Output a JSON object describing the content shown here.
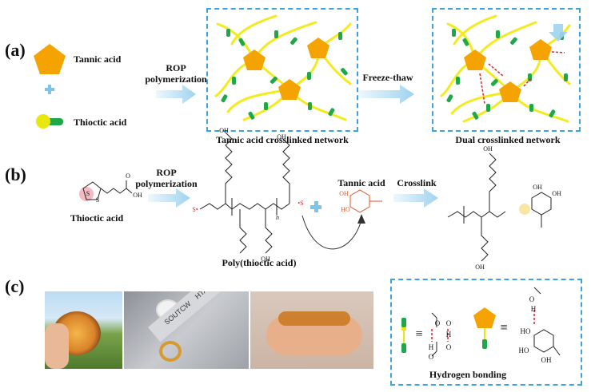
{
  "panels": {
    "a": "(a)",
    "b": "(b)",
    "c": "(c)"
  },
  "row_a": {
    "legend_tannic": "Tannic acid",
    "legend_plus": "+",
    "legend_thioctic": "Thioctic acid",
    "step1_line1": "ROP",
    "step1_line2": "polymerization",
    "network1_caption": "Tannic acid crosslinked network",
    "step2": "Freeze-thaw",
    "network2_caption": "Dual crosslinked network"
  },
  "row_b": {
    "monomer_name": "Thioctic acid",
    "step1_line1": "ROP",
    "step1_line2": "polymerization",
    "polymer_name": "Poly(thioctic acid)",
    "tannic_label": "Tannic acid",
    "step2": "Crosslink",
    "atoms": {
      "S": "S",
      "OH": "OH",
      "HO": "HO",
      "O": "O",
      "n": "n",
      "Sdot": "S•",
      "dotS": "•S"
    }
  },
  "row_c": {
    "photo_texts": [
      "SOUTCW",
      "HTA NI"
    ],
    "hbond_caption": "Hydrogen bonding",
    "equiv": "≡",
    "atoms": {
      "O": "O",
      "H": "H",
      "OH": "OH",
      "HO": "HO"
    }
  },
  "colors": {
    "pentagon": "#f5a300",
    "chain": "#f3ea1f",
    "rod": "#1fa84a",
    "thio_ball": "#e8e810",
    "arrow": "#bfe4f7",
    "dash_border": "#3aa3e0",
    "hbond": "#e0222a",
    "orange_struct": "#e2562a",
    "plus": "#7cc4ec"
  }
}
